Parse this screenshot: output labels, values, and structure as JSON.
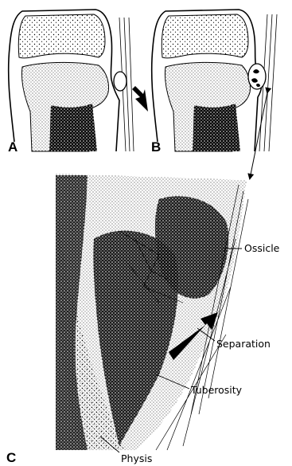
{
  "figure": {
    "panel_labels": {
      "a": "A",
      "b": "B",
      "c": "C"
    },
    "callouts": {
      "ossicle": "Ossicle",
      "separation": "Separation",
      "tuberosity": "Tuberosity",
      "physis": "Physis"
    },
    "colors": {
      "ink": "#000000",
      "paper": "#ffffff"
    }
  }
}
